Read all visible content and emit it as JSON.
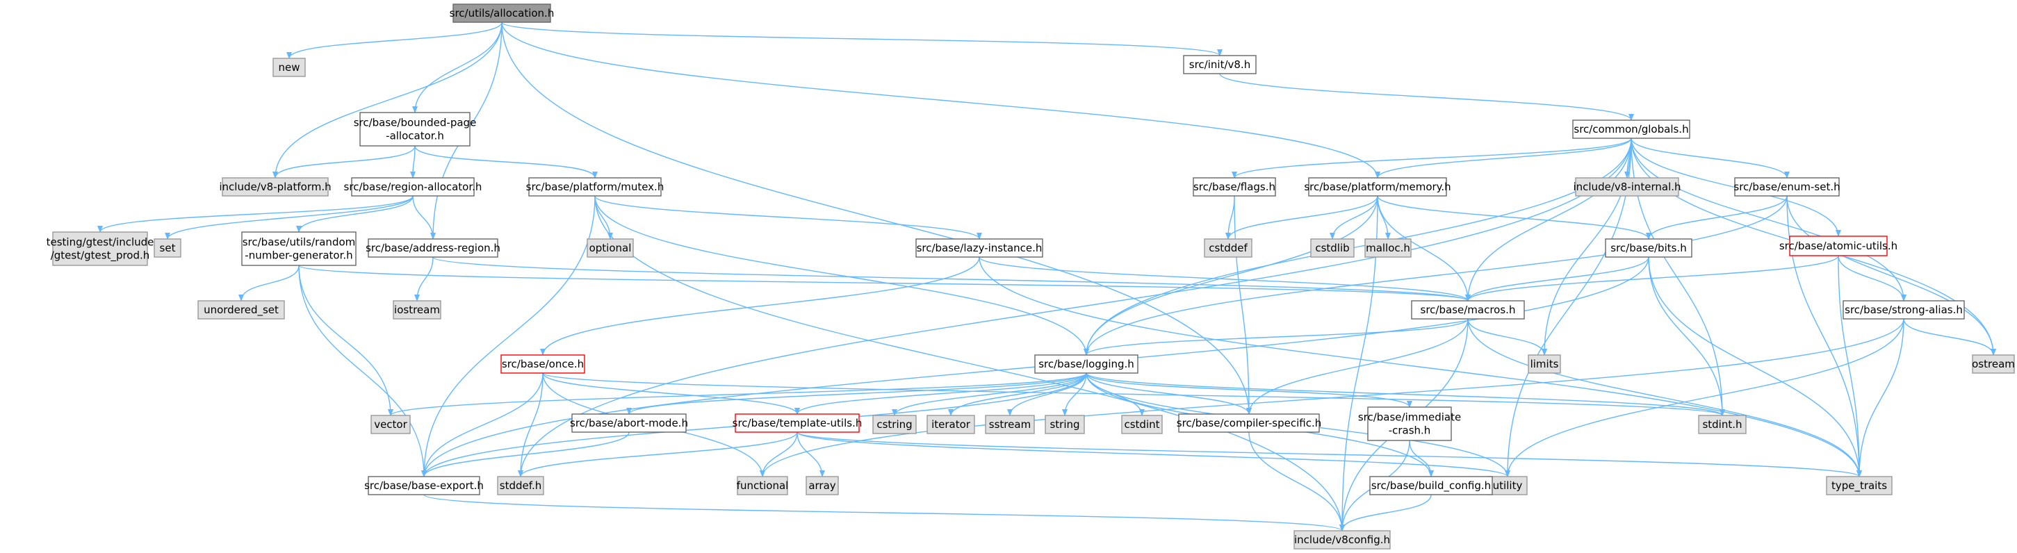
{
  "colors": {
    "edge": "#63B8FF",
    "box_fill": "#ffffff",
    "box_border": "#666666",
    "sys_fill": "#e0e0e0",
    "sys_border": "#999999",
    "root_fill": "#999999",
    "root_border": "#666666",
    "highlight_border": "#ff0000"
  },
  "nodes": [
    {
      "id": "root",
      "lines": [
        "src/utils/allocation.h"
      ],
      "kind": "root"
    },
    {
      "id": "new",
      "lines": [
        "new"
      ],
      "kind": "sys"
    },
    {
      "id": "init_v8",
      "lines": [
        "src/init/v8.h"
      ],
      "kind": "file"
    },
    {
      "id": "bounded",
      "lines": [
        "src/base/bounded-page",
        "-allocator.h"
      ],
      "kind": "file"
    },
    {
      "id": "globals",
      "lines": [
        "src/common/globals.h"
      ],
      "kind": "file"
    },
    {
      "id": "v8platform",
      "lines": [
        "include/v8-platform.h"
      ],
      "kind": "sys"
    },
    {
      "id": "region_alloc",
      "lines": [
        "src/base/region-allocator.h"
      ],
      "kind": "file"
    },
    {
      "id": "mutex",
      "lines": [
        "src/base/platform/mutex.h"
      ],
      "kind": "file"
    },
    {
      "id": "flags",
      "lines": [
        "src/base/flags.h"
      ],
      "kind": "file"
    },
    {
      "id": "memory",
      "lines": [
        "src/base/platform/memory.h"
      ],
      "kind": "file"
    },
    {
      "id": "v8internal",
      "lines": [
        "include/v8-internal.h"
      ],
      "kind": "sys"
    },
    {
      "id": "enumset",
      "lines": [
        "src/base/enum-set.h"
      ],
      "kind": "file"
    },
    {
      "id": "gtest",
      "lines": [
        "testing/gtest/include",
        "/gtest/gtest_prod.h"
      ],
      "kind": "sys"
    },
    {
      "id": "set",
      "lines": [
        "set"
      ],
      "kind": "sys"
    },
    {
      "id": "rng",
      "lines": [
        "src/base/utils/random",
        "-number-generator.h"
      ],
      "kind": "file"
    },
    {
      "id": "addrregion",
      "lines": [
        "src/base/address-region.h"
      ],
      "kind": "file"
    },
    {
      "id": "optional",
      "lines": [
        "optional"
      ],
      "kind": "sys"
    },
    {
      "id": "lazy",
      "lines": [
        "src/base/lazy-instance.h"
      ],
      "kind": "file"
    },
    {
      "id": "cstddef",
      "lines": [
        "cstddef"
      ],
      "kind": "sys"
    },
    {
      "id": "cstdlib",
      "lines": [
        "cstdlib"
      ],
      "kind": "sys"
    },
    {
      "id": "malloc",
      "lines": [
        "malloc.h"
      ],
      "kind": "sys"
    },
    {
      "id": "bits",
      "lines": [
        "src/base/bits.h"
      ],
      "kind": "file"
    },
    {
      "id": "atomic",
      "lines": [
        "src/base/atomic-utils.h"
      ],
      "kind": "highlight"
    },
    {
      "id": "unordered",
      "lines": [
        "unordered_set"
      ],
      "kind": "sys"
    },
    {
      "id": "iostream",
      "lines": [
        "iostream"
      ],
      "kind": "sys"
    },
    {
      "id": "macros",
      "lines": [
        "src/base/macros.h"
      ],
      "kind": "file"
    },
    {
      "id": "strongalias",
      "lines": [
        "src/base/strong-alias.h"
      ],
      "kind": "file"
    },
    {
      "id": "once",
      "lines": [
        "src/base/once.h"
      ],
      "kind": "highlight"
    },
    {
      "id": "logging",
      "lines": [
        "src/base/logging.h"
      ],
      "kind": "file"
    },
    {
      "id": "limits",
      "lines": [
        "limits"
      ],
      "kind": "sys"
    },
    {
      "id": "ostream",
      "lines": [
        "ostream"
      ],
      "kind": "sys"
    },
    {
      "id": "vector",
      "lines": [
        "vector"
      ],
      "kind": "sys"
    },
    {
      "id": "abortmode",
      "lines": [
        "src/base/abort-mode.h"
      ],
      "kind": "file"
    },
    {
      "id": "template",
      "lines": [
        "src/base/template-utils.h"
      ],
      "kind": "highlight"
    },
    {
      "id": "cstring",
      "lines": [
        "cstring"
      ],
      "kind": "sys"
    },
    {
      "id": "iterator",
      "lines": [
        "iterator"
      ],
      "kind": "sys"
    },
    {
      "id": "sstream",
      "lines": [
        "sstream"
      ],
      "kind": "sys"
    },
    {
      "id": "string",
      "lines": [
        "string"
      ],
      "kind": "sys"
    },
    {
      "id": "cstdint",
      "lines": [
        "cstdint"
      ],
      "kind": "sys"
    },
    {
      "id": "compiler",
      "lines": [
        "src/base/compiler-specific.h"
      ],
      "kind": "file"
    },
    {
      "id": "immediate",
      "lines": [
        "src/base/immediate",
        "-crash.h"
      ],
      "kind": "file"
    },
    {
      "id": "stdint",
      "lines": [
        "stdint.h"
      ],
      "kind": "sys"
    },
    {
      "id": "baseexport",
      "lines": [
        "src/base/base-export.h"
      ],
      "kind": "file"
    },
    {
      "id": "stddef",
      "lines": [
        "stddef.h"
      ],
      "kind": "sys"
    },
    {
      "id": "functional",
      "lines": [
        "functional"
      ],
      "kind": "sys"
    },
    {
      "id": "array",
      "lines": [
        "array"
      ],
      "kind": "sys"
    },
    {
      "id": "utility",
      "lines": [
        "utility"
      ],
      "kind": "sys"
    },
    {
      "id": "buildconfig",
      "lines": [
        "src/base/build_config.h"
      ],
      "kind": "file"
    },
    {
      "id": "typetraits",
      "lines": [
        "type_traits"
      ],
      "kind": "sys"
    },
    {
      "id": "v8config",
      "lines": [
        "include/v8config.h"
      ],
      "kind": "sys"
    }
  ],
  "edges": [
    [
      "root",
      "new"
    ],
    [
      "root",
      "init_v8"
    ],
    [
      "root",
      "bounded"
    ],
    [
      "root",
      "v8platform"
    ],
    [
      "root",
      "addrregion"
    ],
    [
      "root",
      "memory"
    ],
    [
      "root",
      "compiler"
    ],
    [
      "init_v8",
      "globals"
    ],
    [
      "bounded",
      "v8platform"
    ],
    [
      "bounded",
      "region_alloc"
    ],
    [
      "bounded",
      "mutex"
    ],
    [
      "region_alloc",
      "gtest"
    ],
    [
      "region_alloc",
      "set"
    ],
    [
      "region_alloc",
      "rng"
    ],
    [
      "region_alloc",
      "addrregion"
    ],
    [
      "mutex",
      "optional"
    ],
    [
      "mutex",
      "lazy"
    ],
    [
      "mutex",
      "logging"
    ],
    [
      "mutex",
      "baseexport"
    ],
    [
      "mutex",
      "v8config"
    ],
    [
      "rng",
      "unordered"
    ],
    [
      "rng",
      "vector"
    ],
    [
      "rng",
      "baseexport"
    ],
    [
      "rng",
      "macros"
    ],
    [
      "addrregion",
      "iostream"
    ],
    [
      "addrregion",
      "macros"
    ],
    [
      "lazy",
      "once"
    ],
    [
      "lazy",
      "macros"
    ],
    [
      "lazy",
      "typetraits"
    ],
    [
      "globals",
      "flags"
    ],
    [
      "globals",
      "memory"
    ],
    [
      "globals",
      "v8internal"
    ],
    [
      "globals",
      "enumset"
    ],
    [
      "globals",
      "atomic"
    ],
    [
      "globals",
      "strongalias"
    ],
    [
      "globals",
      "logging"
    ],
    [
      "globals",
      "macros"
    ],
    [
      "globals",
      "limits"
    ],
    [
      "globals",
      "ostream"
    ],
    [
      "globals",
      "stdint"
    ],
    [
      "globals",
      "stddef"
    ],
    [
      "globals",
      "utility"
    ],
    [
      "flags",
      "cstddef"
    ],
    [
      "flags",
      "compiler"
    ],
    [
      "memory",
      "cstddef"
    ],
    [
      "memory",
      "cstdlib"
    ],
    [
      "memory",
      "malloc"
    ],
    [
      "memory",
      "bits"
    ],
    [
      "memory",
      "macros"
    ],
    [
      "memory",
      "logging"
    ],
    [
      "memory",
      "v8config"
    ],
    [
      "enumset",
      "bits"
    ],
    [
      "enumset",
      "logging"
    ],
    [
      "enumset",
      "ostream"
    ],
    [
      "enumset",
      "typetraits"
    ],
    [
      "bits",
      "macros"
    ],
    [
      "bits",
      "stdint"
    ],
    [
      "bits",
      "typetraits"
    ],
    [
      "bits",
      "baseexport"
    ],
    [
      "atomic",
      "macros"
    ],
    [
      "atomic",
      "strongalias"
    ],
    [
      "atomic",
      "typetraits"
    ],
    [
      "strongalias",
      "ostream"
    ],
    [
      "strongalias",
      "typetraits"
    ],
    [
      "strongalias",
      "utility"
    ],
    [
      "strongalias",
      "functional"
    ],
    [
      "macros",
      "logging"
    ],
    [
      "macros",
      "limits"
    ],
    [
      "macros",
      "compiler"
    ],
    [
      "macros",
      "typetraits"
    ],
    [
      "macros",
      "v8config"
    ],
    [
      "once",
      "baseexport"
    ],
    [
      "once",
      "template"
    ],
    [
      "once",
      "stddef"
    ],
    [
      "once",
      "functional"
    ],
    [
      "once",
      "stdint"
    ],
    [
      "logging",
      "vector"
    ],
    [
      "logging",
      "abortmode"
    ],
    [
      "logging",
      "template"
    ],
    [
      "logging",
      "cstring"
    ],
    [
      "logging",
      "iterator"
    ],
    [
      "logging",
      "sstream"
    ],
    [
      "logging",
      "string"
    ],
    [
      "logging",
      "cstdint"
    ],
    [
      "logging",
      "compiler"
    ],
    [
      "logging",
      "immediate"
    ],
    [
      "logging",
      "stdint"
    ],
    [
      "logging",
      "buildconfig"
    ],
    [
      "logging",
      "utility"
    ],
    [
      "logging",
      "baseexport"
    ],
    [
      "abortmode",
      "baseexport"
    ],
    [
      "template",
      "functional"
    ],
    [
      "template",
      "array"
    ],
    [
      "template",
      "stddef"
    ],
    [
      "template",
      "utility"
    ],
    [
      "template",
      "typetraits"
    ],
    [
      "compiler",
      "v8config"
    ],
    [
      "immediate",
      "buildconfig"
    ],
    [
      "immediate",
      "v8config"
    ],
    [
      "buildconfig",
      "v8config"
    ],
    [
      "baseexport",
      "v8config"
    ]
  ]
}
